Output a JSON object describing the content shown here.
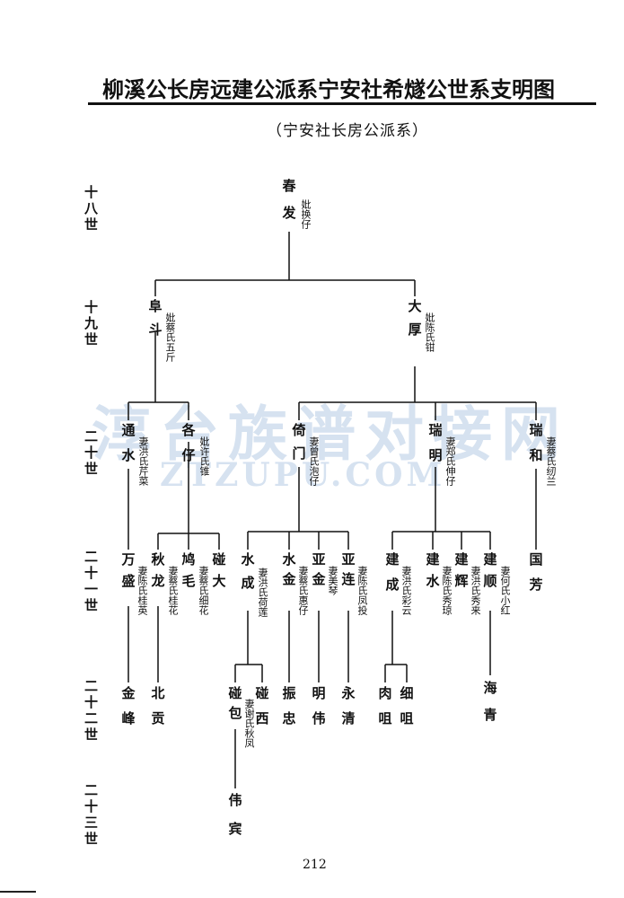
{
  "title": "柳溪公长房远建公派系宁安社希燧公世系支明图",
  "subtitle": "（宁安社长房公派系）",
  "generations": [
    "十八世",
    "十九世",
    "二十世",
    "二十一世",
    "二十二世",
    "二十三世"
  ],
  "persons": {
    "chunfa": {
      "name1": "春",
      "name2": "发",
      "spouse": "妣换仔"
    },
    "fu": {
      "name1": "阜",
      "name2": "斗",
      "spouse": "妣蔡氏五斤"
    },
    "dahou": {
      "name1": "大",
      "name2": "厚",
      "spouse": "妣陈氏钳"
    },
    "tongshui": {
      "name1": "通",
      "name2": "水",
      "spouse": "妻洪氏芹菜"
    },
    "gezai": {
      "name1": "各",
      "name2": "仔",
      "spouse": "妣许氏锥"
    },
    "qimen": {
      "name1": "倚",
      "name2": "门",
      "spouse": "妻曾氏泡仔"
    },
    "ruiming": {
      "name1": "瑞",
      "name2": "明",
      "spouse": "妻郑氏伸仔"
    },
    "ruihe": {
      "name1": "瑞",
      "name2": "和",
      "spouse": "妻蔡氏纫兰"
    },
    "wansheng": {
      "name1": "万",
      "name2": "盛",
      "spouse": "妻陈氏桂英"
    },
    "qiulong": {
      "name1": "秋",
      "name2": "龙",
      "spouse": "妻蔡氏桂花"
    },
    "jiumao": {
      "name1": "鸠",
      "name2": "毛",
      "spouse": "妻蔡氏细花"
    },
    "pengda": {
      "name1": "碰",
      "name2": "大",
      "spouse": ""
    },
    "shuicheng": {
      "name1": "水",
      "name2": "成",
      "spouse": "妻洪氏荷莲"
    },
    "shuijin": {
      "name1": "水",
      "name2": "金",
      "spouse": "妻蔡氏惠仔"
    },
    "yajin": {
      "name1": "亚",
      "name2": "金",
      "spouse": "妻美琴"
    },
    "yalian": {
      "name1": "亚",
      "name2": "连",
      "spouse": "妻陈氏凤投"
    },
    "jiancheng": {
      "name1": "建",
      "name2": "成",
      "spouse": "妻洪氏彩云"
    },
    "jianshui": {
      "name1": "建",
      "name2": "水",
      "spouse": "妻陈氏秀琼"
    },
    "jianhui": {
      "name1": "建",
      "name2": "辉",
      "spouse": "妻洪氏秀来"
    },
    "jianshun": {
      "name1": "建",
      "name2": "顺",
      "spouse": "妻何氏小红"
    },
    "guofang": {
      "name1": "国",
      "name2": "芳",
      "spouse": ""
    },
    "jinfeng": {
      "name1": "金",
      "name2": "峰",
      "spouse": ""
    },
    "beigong": {
      "name1": "北",
      "name2": "贡",
      "spouse": ""
    },
    "pengbao": {
      "name1": "碰",
      "name2": "包",
      "spouse": "妻谢氏秋凤"
    },
    "pengxi": {
      "name1": "碰",
      "name2": "西",
      "spouse": ""
    },
    "zhenzhong": {
      "name1": "振",
      "name2": "忠",
      "spouse": ""
    },
    "mingwei": {
      "name1": "明",
      "name2": "伟",
      "spouse": ""
    },
    "yongqing": {
      "name1": "永",
      "name2": "清",
      "spouse": ""
    },
    "rouzu": {
      "name1": "肉",
      "name2": "咀",
      "spouse": ""
    },
    "xizu": {
      "name1": "细",
      "name2": "咀",
      "spouse": ""
    },
    "haiqing": {
      "name1": "海",
      "name2": "青",
      "spouse": ""
    },
    "weibin": {
      "name1": "伟",
      "name2": "宾",
      "spouse": ""
    }
  },
  "watermark": {
    "line1": "淳台族谱对接网",
    "line2": "ZTZUPU.COM"
  },
  "page_number": "212"
}
